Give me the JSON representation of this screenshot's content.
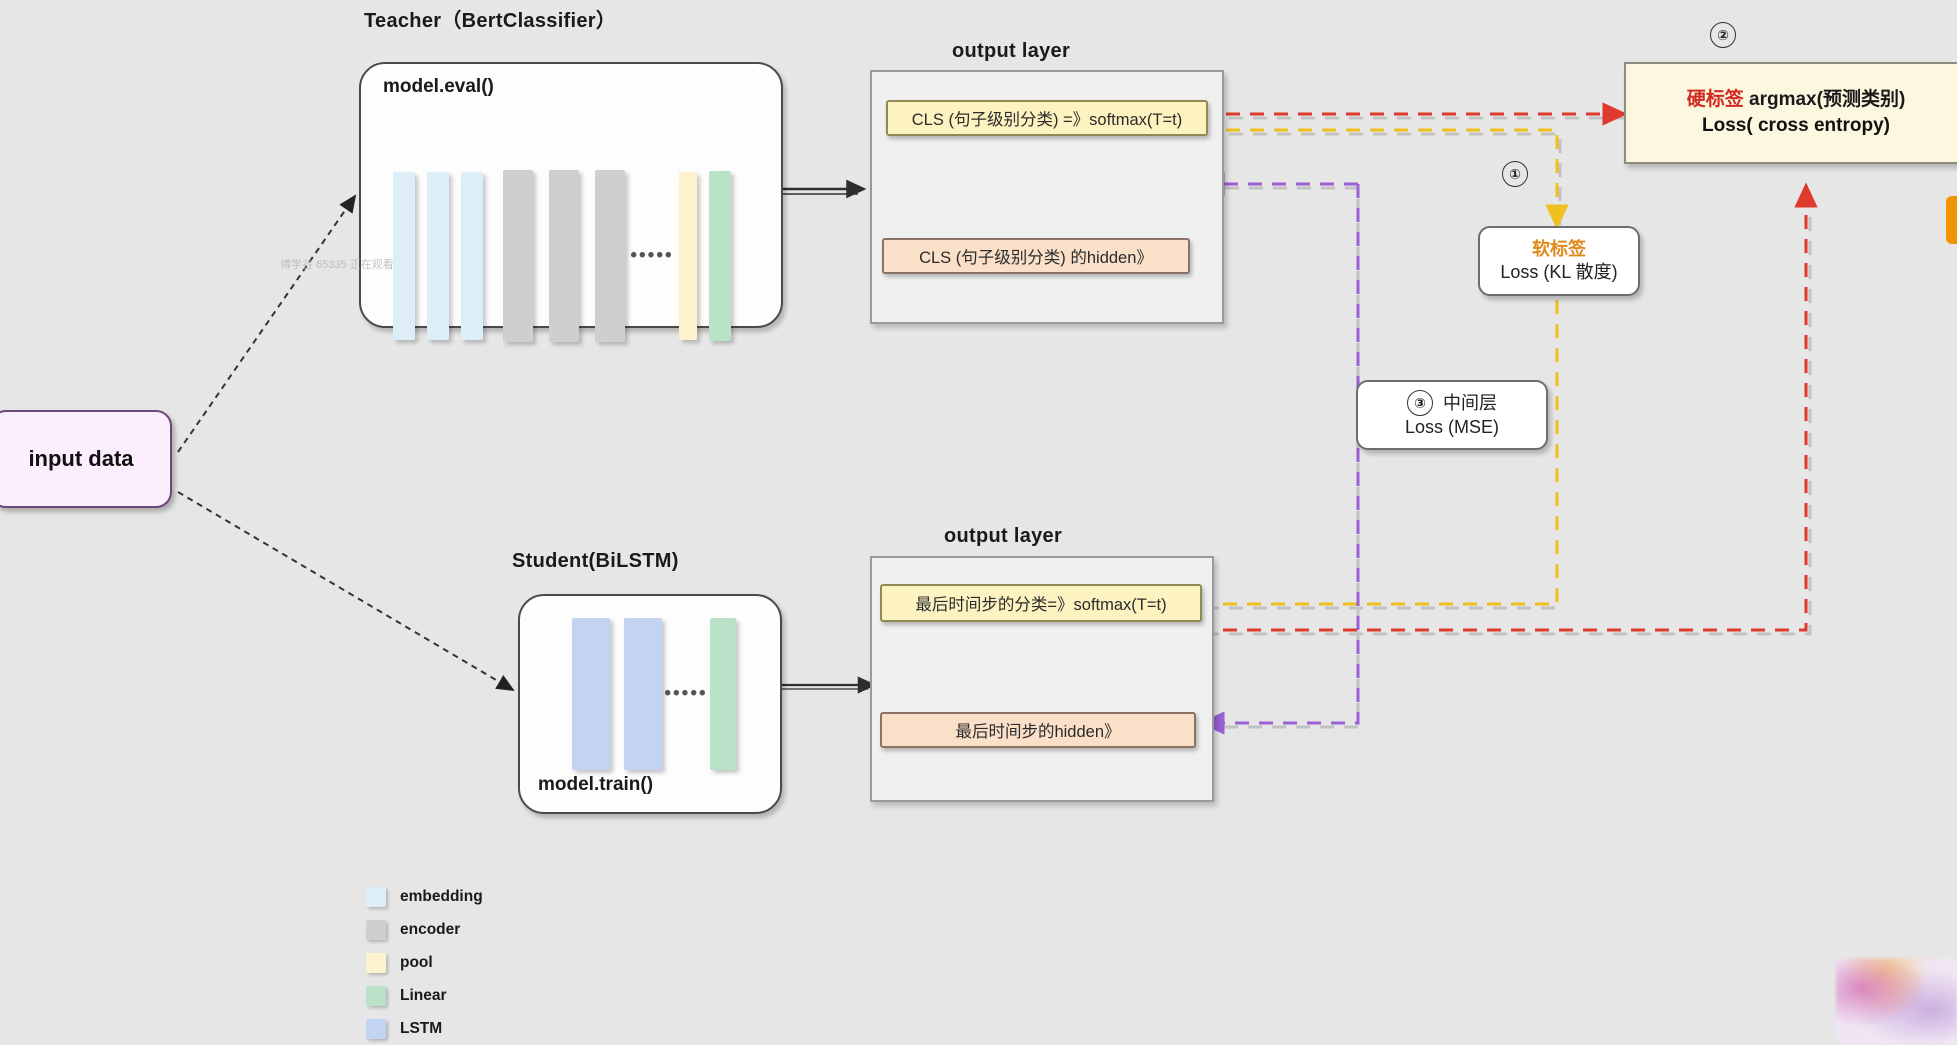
{
  "page": {
    "background_color": "#e6e6e6",
    "watermark": "博学谷 65335 正在观看"
  },
  "teacher": {
    "caption": "Teacher（BertClassifier）",
    "mode_label": "model.eval()",
    "dots": "•••••",
    "bars": [
      {
        "type": "embedding",
        "color": "#deeef8"
      },
      {
        "type": "embedding",
        "color": "#deeef8"
      },
      {
        "type": "embedding",
        "color": "#deeef8"
      },
      {
        "type": "encoder",
        "color": "#cfcfcf"
      },
      {
        "type": "encoder",
        "color": "#cfcfcf"
      },
      {
        "type": "encoder",
        "color": "#cfcfcf"
      },
      {
        "type": "pool",
        "color": "#fdf4cf"
      },
      {
        "type": "Linear",
        "color": "#b9e2c8"
      }
    ],
    "output_layer_caption": "output  layer",
    "chips": [
      {
        "id": "teacher-softmax",
        "text": "CLS (句子级别分类) =》softmax(T=t)",
        "style": "yellow"
      },
      {
        "id": "teacher-hidden",
        "text": "CLS (句子级别分类) 的hidden》",
        "style": "orange"
      }
    ]
  },
  "student": {
    "caption": "Student(BiLSTM)",
    "mode_label": "model.train()",
    "dots": "•••••",
    "bars": [
      {
        "type": "LSTM",
        "color": "#c3d4f2"
      },
      {
        "type": "LSTM",
        "color": "#c3d4f2"
      },
      {
        "type": "Linear",
        "color": "#b9e2c8"
      }
    ],
    "output_layer_caption": "output  layer",
    "chips": [
      {
        "id": "student-softmax",
        "text": "最后时间步的分类=》softmax(T=t)",
        "style": "yellow"
      },
      {
        "id": "student-hidden",
        "text": "最后时间步的hidden》",
        "style": "orange"
      }
    ]
  },
  "input": {
    "label": "input data"
  },
  "losses": [
    {
      "id": "hard-label-loss",
      "marker": "②",
      "title_red": "硬标签",
      "title_black": "argmax(预测类别)",
      "subtitle": "Loss( cross entropy)",
      "color": "#d22a20"
    },
    {
      "id": "soft-label-loss",
      "marker": "①",
      "title": "软标签",
      "subtitle": "Loss (KL 散度)",
      "color": "#e08a1e"
    },
    {
      "id": "intermediate-loss",
      "marker": "③",
      "title": "中间层",
      "subtitle": "Loss (MSE)",
      "color": "#8a5fd0"
    }
  ],
  "legend": {
    "items": [
      {
        "label": "embedding",
        "color": "#deeef8"
      },
      {
        "label": "encoder",
        "color": "#cfcfcf"
      },
      {
        "label": "pool",
        "color": "#fdf4cf"
      },
      {
        "label": "Linear",
        "color": "#b9e2c8"
      },
      {
        "label": "LSTM",
        "color": "#c3d4f2"
      }
    ]
  },
  "edge_colors": {
    "hard_label": "#e03a2f",
    "soft_label": "#f0c020",
    "intermediate": "#9b5fd6",
    "flow": "#3a3a3a",
    "input": "#333333"
  }
}
